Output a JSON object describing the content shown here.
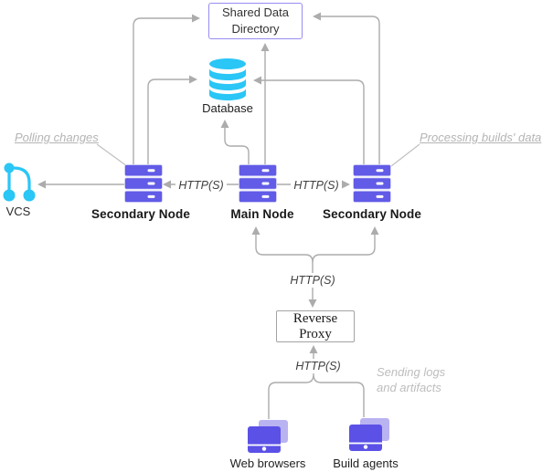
{
  "diagram": {
    "shared_data_directory": {
      "line1": "Shared Data",
      "line2": "Directory"
    },
    "database_label": "Database",
    "vcs_label": "VCS",
    "secondary_node_left_label": "Secondary Node",
    "main_node_label": "Main Node",
    "secondary_node_right_label": "Secondary Node",
    "reverse_proxy_label": "Reverse Proxy",
    "web_browsers_label": "Web browsers",
    "build_agents_label": "Build agents",
    "edge_labels": {
      "vcs_polling": "Polling changes",
      "processing_builds": "Processing builds' data",
      "http_left": "HTTP(S)",
      "http_right": "HTTP(S)",
      "http_proxy_upper": "HTTP(S)",
      "http_proxy_lower": "HTTP(S)",
      "sending_logs_line1": "Sending logs",
      "sending_logs_line2": "and artifacts"
    },
    "colors": {
      "node_purple": "#615be7",
      "node_purple_light": "#b9b3f2",
      "cyan": "#29c6f6",
      "box_border_purple": "#978cf0",
      "reverse_proxy_border": "#a3a3a3",
      "line_gray": "#acacac",
      "annotation_gray": "#b4b4b4"
    }
  }
}
